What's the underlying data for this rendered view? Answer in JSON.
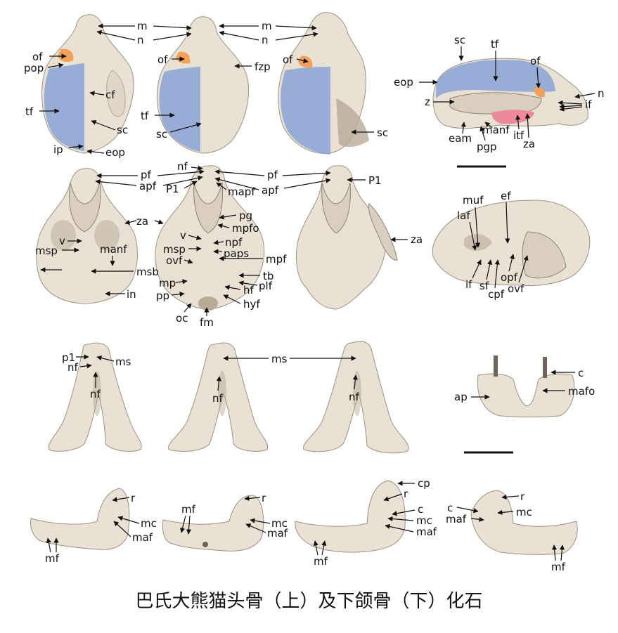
{
  "caption": "巴氏大熊猫头骨（上）及下颌骨（下）化石",
  "colors": {
    "blue_region": "#8ea7d6",
    "orange_region": "#f1a15a",
    "pink_region": "#ec8a9b",
    "bone": "#e9e1d3"
  },
  "labels": {
    "m": "m",
    "n": "n",
    "of": "of",
    "pop": "pop",
    "tf": "tf",
    "cf": "cf",
    "sc": "sc",
    "ip": "ip",
    "eop": "eop",
    "fzp": "fzp",
    "z": "z",
    "eam": "eam",
    "pgp": "pgp",
    "manf": "manf",
    "itf": "itf",
    "za": "za",
    "if": "if",
    "pf": "pf",
    "apf": "apf",
    "nf": "nf",
    "P1": "P1",
    "mapf": "mapf",
    "pg": "pg",
    "mpfo": "mpfo",
    "v": "v",
    "msp": "msp",
    "npf": "npf",
    "paps": "paps",
    "mpf": "mpf",
    "ovf": "ovf",
    "msb": "msb",
    "tb": "tb",
    "mp": "mp",
    "hf": "hf",
    "plf": "plf",
    "pp": "pp",
    "hyf": "hyf",
    "in": "in",
    "oc": "oc",
    "fm": "fm",
    "muf": "muf",
    "ef": "ef",
    "laf": "laf",
    "opf": "opf",
    "sf": "sf",
    "cpf": "cpf",
    "p1": "p1",
    "ms": "ms",
    "c": "c",
    "ap": "ap",
    "mafo": "mafo",
    "cp": "cp",
    "r": "r",
    "mc": "mc",
    "maf": "maf",
    "mf": "mf"
  }
}
